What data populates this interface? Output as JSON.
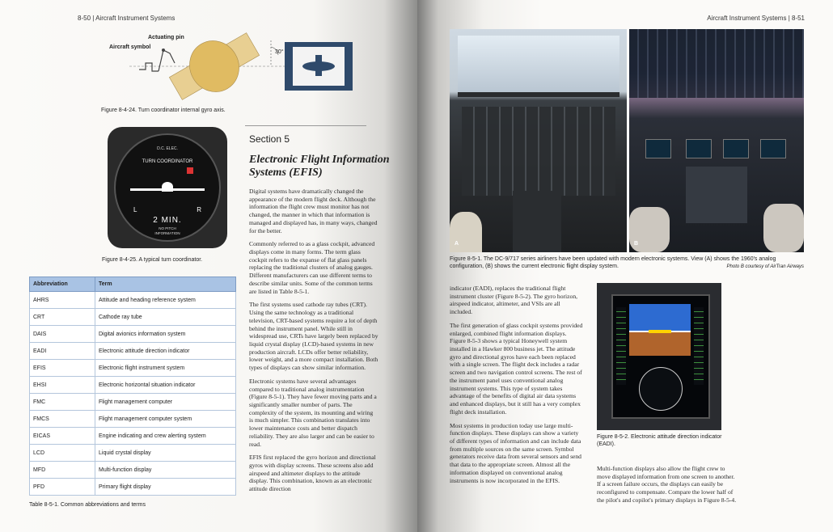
{
  "left_page": {
    "header": "8-50  |  Aircraft Instrument Systems",
    "diagram_labels": {
      "aircraft_symbol": "Aircraft symbol",
      "actuating_pin": "Actuating pin",
      "angle": "30°"
    },
    "fig_824_caption": "Figure 8-4-24. Turn coordinator internal gyro axis.",
    "instrument_labels": {
      "dc_elec": "D.C. ELEC.",
      "title": "TURN COORDINATOR",
      "l": "L",
      "r": "R",
      "two_min": "2 MIN.",
      "no_pitch": "NO PITCH",
      "information": "INFORMATION"
    },
    "fig_825_caption": "Figure 8-4-25. A typical turn coordinator.",
    "section_label": "Section 5",
    "section_title": "Electronic Flight Information Systems (EFIS)",
    "paragraphs": [
      "Digital systems have dramatically changed the appearance of the modern flight deck. Although the information the flight crew must monitor has not changed, the manner in which that information is managed and displayed has, in many ways, changed for the better.",
      "Commonly referred to as a glass cockpit, advanced displays come in many forms. The term glass cockpit refers to the expanse of flat glass panels replacing the traditional clusters of analog gauges. Different manufacturers can use different terms to describe similar units. Some of the common terms are listed in Table 8-5-1.",
      "The first systems used cathode ray tubes (CRT). Using the same technology as a traditional television, CRT-based systems require a lot of depth behind the instrument panel. While still in widespread use, CRTs have largely been replaced by liquid crystal display (LCD)-based systems in new production aircraft. LCDs offer better reliability, lower weight, and a more compact installation. Both types of displays can show similar information.",
      "Electronic systems have several advantages compared to traditional analog instrumentation (Figure 8-5-1). They have fewer moving parts and a significantly smaller number of parts. The complexity of the system, its mounting and wiring is much simpler. This combination translates into lower maintenance costs and better dispatch reliability. They are also larger and can be easier to read.",
      "EFIS first replaced the gyro horizon and directional gyros with display screens. These screens also add airspeed and altimeter displays to the attitude display. This combination, known as an electronic attitude direction"
    ],
    "table": {
      "headers": [
        "Abbreviation",
        "Term"
      ],
      "rows": [
        [
          "AHRS",
          "Attitude and heading reference system"
        ],
        [
          "CRT",
          "Cathode ray tube"
        ],
        [
          "DAIS",
          "Digital avionics information system"
        ],
        [
          "EADI",
          "Electronic attitude direction indicator"
        ],
        [
          "EFIS",
          "Electronic flight instrument system"
        ],
        [
          "EHSI",
          "Electronic horizontal situation indicator"
        ],
        [
          "FMC",
          "Flight management computer"
        ],
        [
          "FMCS",
          "Flight management computer system"
        ],
        [
          "EICAS",
          "Engine indicating and crew alerting system"
        ],
        [
          "LCD",
          "Liquid crystal display"
        ],
        [
          "MFD",
          "Multi-function display"
        ],
        [
          "PFD",
          "Primary flight display"
        ]
      ],
      "caption": "Table 8-5-1. Common abbreviations and terms"
    }
  },
  "right_page": {
    "header": "Aircraft Instrument Systems  |  8-51",
    "photo_a_label": "A",
    "photo_b_label": "B",
    "fig_851_caption": "Figure 8-5-1. The DC-9/717 series airliners have been updated with modern electronic systems. View (A) shows the 1960's analog configuration, (B) shows the current electronic flight display system.",
    "photo_credit": "Photo B courtesy of AirTran Airways",
    "paragraphs_left": [
      "indicator (EADI), replaces the traditional flight instrument cluster (Figure 8-5-2). The gyro horizon, airspeed indicator, altimeter, and VSIs are all included.",
      "The first generation of glass cockpit systems provided enlarged, combined flight information displays. Figure 8-5-3 shows a typical Honeywell system installed in a Hawker 800 business jet. The attitude gyro and directional gyros have each been replaced with a single screen. The flight deck includes a radar screen and two navigation control screens. The rest of the instrument panel uses conventional analog instrument systems. This type of system takes advantage of the benefits of digital air data systems and enhanced displays, but it still has a very complex flight deck installation.",
      "Most systems in production today use large multi-function displays. These displays can show a variety of different types of information and can include data from multiple sources on the same screen. Symbol generators receive data from several sensors and send that data to the appropriate screen. Almost all the information displayed on conventional analog instruments is now incorporated in the EFIS."
    ],
    "fig_852_caption": "Figure 8-5-2. Electronic attitude direction indicator (EADI).",
    "paragraph_right": "Multi-function displays also allow the flight crew to move displayed information from one screen to another. If a screen failure occurs, the displays can easily be reconfigured to compensate. Compare the lower half of the pilot's and copilot's primary displays in Figure 8-5-4."
  }
}
